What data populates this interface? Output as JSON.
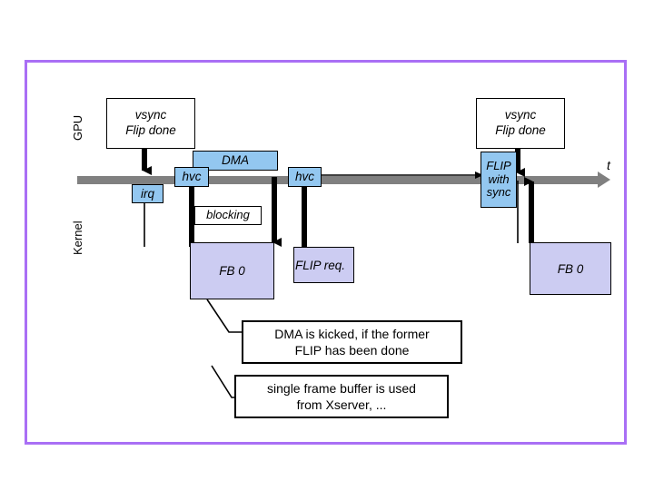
{
  "slide": {
    "frame_color": "#a96ff5",
    "background": "#ffffff"
  },
  "palette": {
    "timeline_gray": "#808080",
    "event_blue": "#93c7f0",
    "buffer_lavender": "#ccccf2",
    "frame_purple": "#a96ff5",
    "ink": "#000000"
  },
  "lanes": {
    "gpu_label": "GPU",
    "kernel_label": "Kernel",
    "time_axis_label": "t"
  },
  "gpu_events": [
    {
      "id": "vsync-left",
      "title_line1": "vsync",
      "title_line2": "Flip done"
    },
    {
      "id": "vsync-right",
      "title_line1": "vsync",
      "title_line2": "Flip done"
    }
  ],
  "timeline_blocks": [
    {
      "id": "irq",
      "label": "irq"
    },
    {
      "id": "hvc-1",
      "label": "hvc"
    },
    {
      "id": "dma",
      "label": "DMA"
    },
    {
      "id": "hvc-2",
      "label": "hvc"
    },
    {
      "id": "flip-with-sync",
      "label_line1": "FLIP",
      "label_line2": "with",
      "label_line3": "sync"
    }
  ],
  "kernel_blocks": [
    {
      "id": "blocking",
      "label": "blocking"
    },
    {
      "id": "fb0-left",
      "label": "FB 0"
    },
    {
      "id": "flip-req",
      "label": "FLIP req."
    },
    {
      "id": "fb0-right",
      "label": "FB 0"
    }
  ],
  "callouts": [
    {
      "id": "callout-dma",
      "line1": "DMA is kicked, if the former",
      "line2": "FLIP has been done"
    },
    {
      "id": "callout-fb",
      "line1": "single frame buffer is used",
      "line2": "from Xserver, ..."
    }
  ]
}
